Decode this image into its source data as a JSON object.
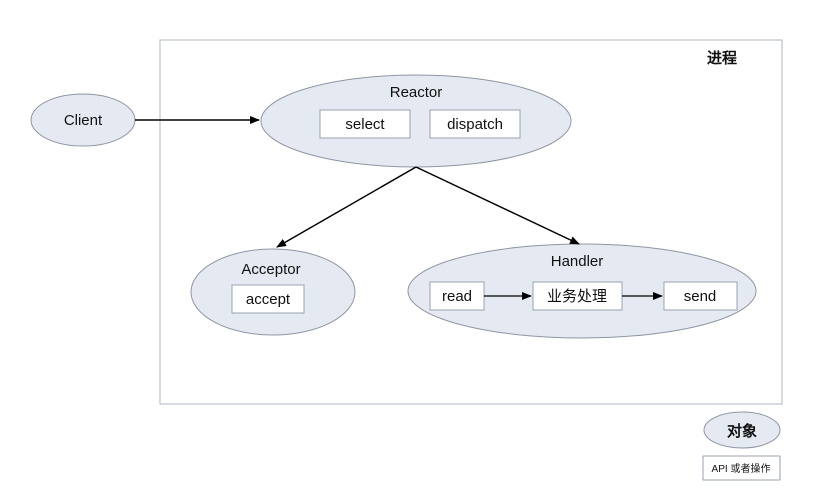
{
  "process_label": "进程",
  "client": {
    "label": "Client"
  },
  "reactor": {
    "title": "Reactor",
    "apis": [
      "select",
      "dispatch"
    ]
  },
  "acceptor": {
    "title": "Acceptor",
    "apis": [
      "accept"
    ]
  },
  "handler": {
    "title": "Handler",
    "steps": [
      "read",
      "业务处理",
      "send"
    ]
  },
  "legend": {
    "object_label": "对象",
    "api_label": "API 或者操作"
  },
  "colors": {
    "ellipse_fill": "#e5eaf2",
    "ellipse_stroke": "#8f96a3",
    "box_fill": "#ffffff",
    "box_stroke": "#9aa3b0",
    "frame_stroke": "#aeb7c3",
    "arrow": "#000000"
  }
}
